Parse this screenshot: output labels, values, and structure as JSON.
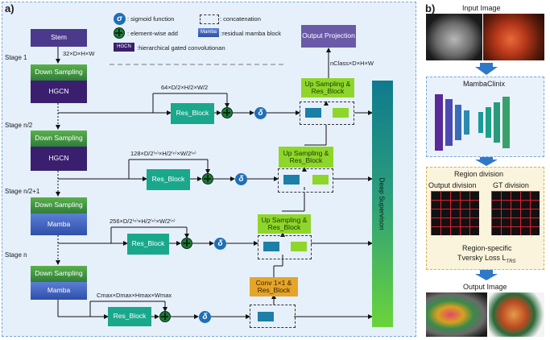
{
  "panel_a": {
    "label": "a)",
    "legend": {
      "sigmoid": "σ",
      "sigmoid_text": ": sigmoid function",
      "concat_text": ": concatenation",
      "add_text": ": element-wise add",
      "mamba_chip": "Mamba",
      "mamba_text": ":residual mamba block",
      "hgcn_chip": "HGCN",
      "hgcn_text": ":hierarchical gated convolutionan"
    },
    "stem": "Stem",
    "input_dim": "32×D×H×W",
    "output_projection": "Output Projection",
    "output_dim": "nClass×D×H×W",
    "deep_supervision": "Deep Supervison",
    "stages": [
      {
        "label": "Stage 1",
        "down": "Down Sampling",
        "block": "HGCN",
        "res": "Res_Block",
        "dim": "64×D/2×H/2×W/2",
        "up": "Up Sampling & Res_Block"
      },
      {
        "label": "Stage n/2",
        "down": "Down Sampling",
        "block": "HGCN",
        "res": "Res_Block",
        "dim": "128×D/2⁽ⁿ⁾×H/2⁽ⁿ⁾×W/2⁽ⁿ⁾",
        "up": "Up Sampling & Res_Block"
      },
      {
        "label": "Stage n/2+1",
        "down": "Down Sampling",
        "block": "Mamba",
        "res": "Res_Block",
        "dim": "256×D/2⁽ⁿ⁾×H/2⁽ⁿ⁾×W/2⁽ⁿ⁾",
        "up": "Up Sampling & Res_Block"
      },
      {
        "label": "Stage n",
        "down": "Down Sampling",
        "block": "Mamba",
        "res": "Res_Block",
        "dim": "Cmax×Dmax×Hmax×Wmax",
        "up": "Conv 1×1 & Res_Block"
      }
    ]
  },
  "panel_b": {
    "label": "b)",
    "input_image": "Input Image",
    "model": "MambaClinix",
    "region_division": "Region division",
    "output_division": "Output division",
    "gt_division": "GT division",
    "loss_line1": "Region-specific",
    "loss_line2": "Tversky Loss L",
    "loss_sub": "TRS",
    "output_image": "Output Image"
  }
}
